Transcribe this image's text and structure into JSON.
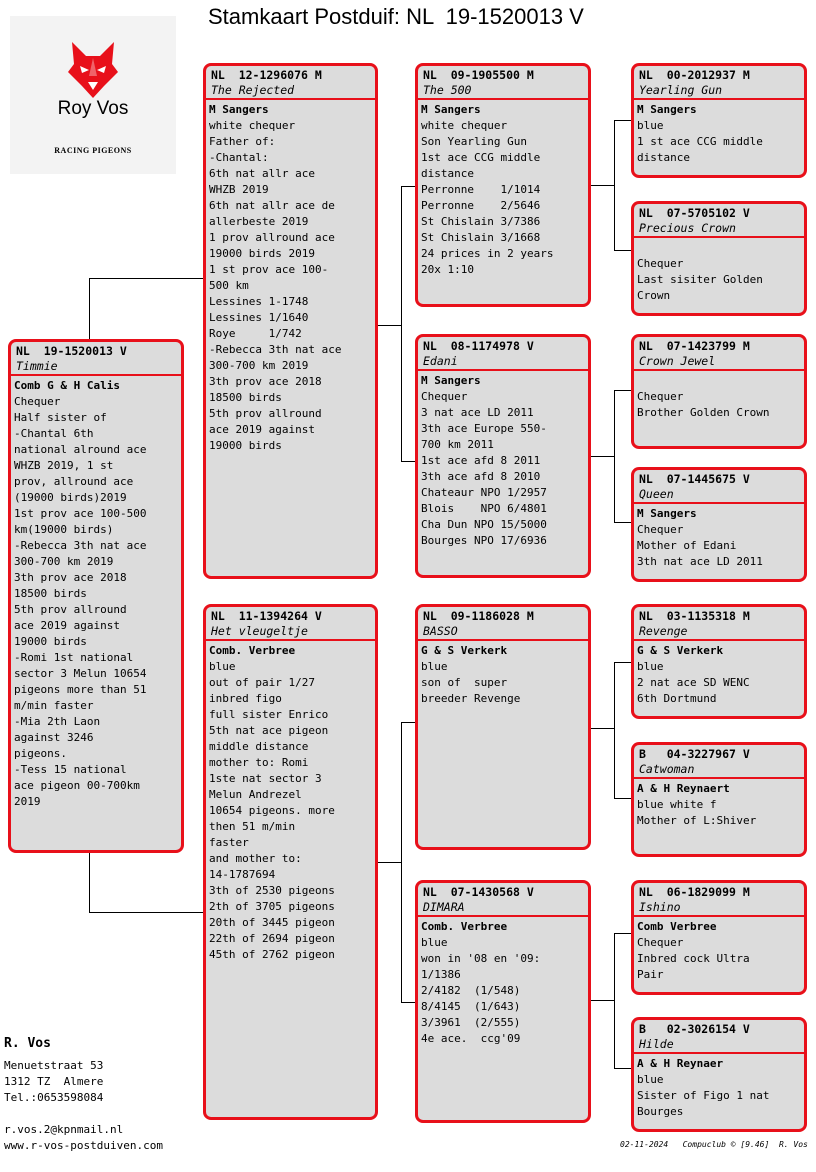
{
  "title": "Stamkaart Postduif: NL  19-1520013 V",
  "logo": {
    "name": "Roy Vos",
    "subtitle": "RACING PIGEONS",
    "icon": "wolf-head-icon"
  },
  "colors": {
    "border": "#e8101a",
    "card_bg": "#dcdcdc",
    "logo_bg": "#f3f3f3"
  },
  "pigeons": {
    "p0": {
      "ring": "NL  19-1520013 V",
      "name": "Timmie",
      "lines": [
        {
          "t": "Comb G & H Calis",
          "b": true
        },
        {
          "t": "Chequer"
        },
        {
          "t": "Half sister of"
        },
        {
          "t": "-Chantal 6th"
        },
        {
          "t": "national alround ace"
        },
        {
          "t": "WHZB 2019, 1 st"
        },
        {
          "t": "prov, allround ace"
        },
        {
          "t": "(19000 birds)2019"
        },
        {
          "t": "1st prov ace 100-500"
        },
        {
          "t": "km(19000 birds)"
        },
        {
          "t": "-Rebecca 3th nat ace"
        },
        {
          "t": "300-700 km 2019"
        },
        {
          "t": "3th prov ace 2018"
        },
        {
          "t": "18500 birds"
        },
        {
          "t": "5th prov allround"
        },
        {
          "t": "ace 2019 against"
        },
        {
          "t": "19000 birds"
        },
        {
          "t": "-Romi 1st national"
        },
        {
          "t": "sector 3 Melun 10654"
        },
        {
          "t": "pigeons more than 51"
        },
        {
          "t": "m/min faster"
        },
        {
          "t": "-Mia 2th Laon"
        },
        {
          "t": "against 3246"
        },
        {
          "t": "pigeons."
        },
        {
          "t": "-Tess 15 national"
        },
        {
          "t": "ace pigeon 00-700km"
        },
        {
          "t": "2019"
        }
      ]
    },
    "p1": {
      "ring": "NL  12-1296076 M",
      "name": "The Rejected",
      "lines": [
        {
          "t": "M Sangers",
          "b": true
        },
        {
          "t": "white chequer"
        },
        {
          "t": "Father of:"
        },
        {
          "t": "-Chantal:"
        },
        {
          "t": "6th nat allr ace"
        },
        {
          "t": "WHZB 2019"
        },
        {
          "t": "6th nat allr ace de"
        },
        {
          "t": "allerbeste 2019"
        },
        {
          "t": "1 prov allround ace"
        },
        {
          "t": "19000 birds 2019"
        },
        {
          "t": "1 st prov ace 100-"
        },
        {
          "t": "500 km"
        },
        {
          "t": "Lessines 1-1748"
        },
        {
          "t": "Lessines 1/1640"
        },
        {
          "t": "Roye     1/742"
        },
        {
          "t": "-Rebecca 3th nat ace"
        },
        {
          "t": "300-700 km 2019"
        },
        {
          "t": "3th prov ace 2018"
        },
        {
          "t": "18500 birds"
        },
        {
          "t": "5th prov allround"
        },
        {
          "t": "ace 2019 against"
        },
        {
          "t": "19000 birds"
        }
      ]
    },
    "p2": {
      "ring": "NL  11-1394264 V",
      "name": "Het vleugeltje",
      "lines": [
        {
          "t": "Comb. Verbree",
          "b": true
        },
        {
          "t": "blue"
        },
        {
          "t": "out of pair 1/27"
        },
        {
          "t": "inbred figo"
        },
        {
          "t": "full sister Enrico"
        },
        {
          "t": "5th nat ace pigeon"
        },
        {
          "t": "middle distance"
        },
        {
          "t": "mother to: Romi"
        },
        {
          "t": "1ste nat sector 3"
        },
        {
          "t": "Melun Andrezel"
        },
        {
          "t": "10654 pigeons. more"
        },
        {
          "t": "then 51 m/min"
        },
        {
          "t": "faster"
        },
        {
          "t": "and mother to:"
        },
        {
          "t": "14-1787694"
        },
        {
          "t": "3th of 2530 pigeons"
        },
        {
          "t": "2th of 3705 pigeons"
        },
        {
          "t": "20th of 3445 pigeon"
        },
        {
          "t": "22th of 2694 pigeon"
        },
        {
          "t": "45th of 2762 pigeon"
        }
      ]
    },
    "p3": {
      "ring": "NL  09-1905500 M",
      "name": "The 500",
      "lines": [
        {
          "t": "M Sangers",
          "b": true
        },
        {
          "t": "white chequer"
        },
        {
          "t": "Son Yearling Gun"
        },
        {
          "t": "1st ace CCG middle"
        },
        {
          "t": "distance"
        },
        {
          "t": "Perronne    1/1014"
        },
        {
          "t": "Perronne    2/5646"
        },
        {
          "t": "St Chislain 3/7386"
        },
        {
          "t": "St Chislain 3/1668"
        },
        {
          "t": "24 prices in 2 years"
        },
        {
          "t": "20x 1:10"
        }
      ]
    },
    "p4": {
      "ring": "NL  08-1174978 V",
      "name": "Edani",
      "lines": [
        {
          "t": "M Sangers",
          "b": true
        },
        {
          "t": "Chequer"
        },
        {
          "t": "3 nat ace LD 2011"
        },
        {
          "t": "3th ace Europe 550-"
        },
        {
          "t": "700 km 2011"
        },
        {
          "t": "1st ace afd 8 2011"
        },
        {
          "t": "3th ace afd 8 2010"
        },
        {
          "t": "Chateaur NPO 1/2957"
        },
        {
          "t": "Blois    NPO 6/4801"
        },
        {
          "t": "Cha Dun NPO 15/5000"
        },
        {
          "t": "Bourges NPO 17/6936"
        }
      ]
    },
    "p5": {
      "ring": "NL  09-1186028 M",
      "name": "BASSO",
      "lines": [
        {
          "t": "G & S Verkerk",
          "b": true
        },
        {
          "t": "blue"
        },
        {
          "t": "son of  super"
        },
        {
          "t": "breeder Revenge"
        }
      ]
    },
    "p6": {
      "ring": "NL  07-1430568 V",
      "name": "DIMARA",
      "lines": [
        {
          "t": "Comb. Verbree",
          "b": true
        },
        {
          "t": "blue"
        },
        {
          "t": "won in '08 en '09:"
        },
        {
          "t": "1/1386"
        },
        {
          "t": "2/4182  (1/548)"
        },
        {
          "t": "8/4145  (1/643)"
        },
        {
          "t": "3/3961  (2/555)"
        },
        {
          "t": "4e ace.  ccg'09"
        }
      ]
    },
    "p7": {
      "ring": "NL  00-2012937 M",
      "name": "Yearling Gun",
      "lines": [
        {
          "t": "M Sangers",
          "b": true
        },
        {
          "t": "blue"
        },
        {
          "t": "1 st ace CCG middle"
        },
        {
          "t": "distance"
        }
      ]
    },
    "p8": {
      "ring": "NL  07-5705102 V",
      "name": "Precious Crown",
      "lines": [
        {
          "t": ""
        },
        {
          "t": "Chequer"
        },
        {
          "t": "Last sisiter Golden"
        },
        {
          "t": "Crown"
        }
      ]
    },
    "p9": {
      "ring": "NL  07-1423799 M",
      "name": "Crown Jewel",
      "lines": [
        {
          "t": ""
        },
        {
          "t": "Chequer"
        },
        {
          "t": "Brother Golden Crown"
        }
      ]
    },
    "p10": {
      "ring": "NL  07-1445675 V",
      "name": "Queen",
      "lines": [
        {
          "t": "M Sangers",
          "b": true
        },
        {
          "t": "Chequer"
        },
        {
          "t": "Mother of Edani"
        },
        {
          "t": "3th nat ace LD 2011"
        }
      ]
    },
    "p11": {
      "ring": "NL  03-1135318 M",
      "name": "Revenge",
      "lines": [
        {
          "t": "G & S Verkerk",
          "b": true
        },
        {
          "t": "blue"
        },
        {
          "t": "2 nat ace SD WENC"
        },
        {
          "t": "6th Dortmund"
        }
      ]
    },
    "p12": {
      "ring": "B   04-3227967 V",
      "name": "Catwoman",
      "lines": [
        {
          "t": "A & H Reynaert",
          "b": true
        },
        {
          "t": "blue white f"
        },
        {
          "t": "Mother of L:Shiver"
        }
      ]
    },
    "p13": {
      "ring": "NL  06-1829099 M",
      "name": "Ishino",
      "lines": [
        {
          "t": "Comb Verbree",
          "b": true
        },
        {
          "t": "Chequer"
        },
        {
          "t": "Inbred cock Ultra"
        },
        {
          "t": "Pair"
        }
      ]
    },
    "p14": {
      "ring": "B   02-3026154 V",
      "name": "Hilde",
      "lines": [
        {
          "t": "A & H Reynaer",
          "b": true
        },
        {
          "t": "blue"
        },
        {
          "t": "Sister of Figo 1 nat"
        },
        {
          "t": "Bourges"
        }
      ]
    }
  },
  "footer": {
    "name": "R. Vos",
    "street": "Menuetstraat 53",
    "city": "1312 TZ  Almere",
    "phone": "Tel.:0653598084",
    "email": "r.vos.2@kpnmail.nl",
    "website": "www.r-vos-postduiven.com",
    "stamp": "02-11-2024   Compuclub © [9.46]  R. Vos"
  }
}
